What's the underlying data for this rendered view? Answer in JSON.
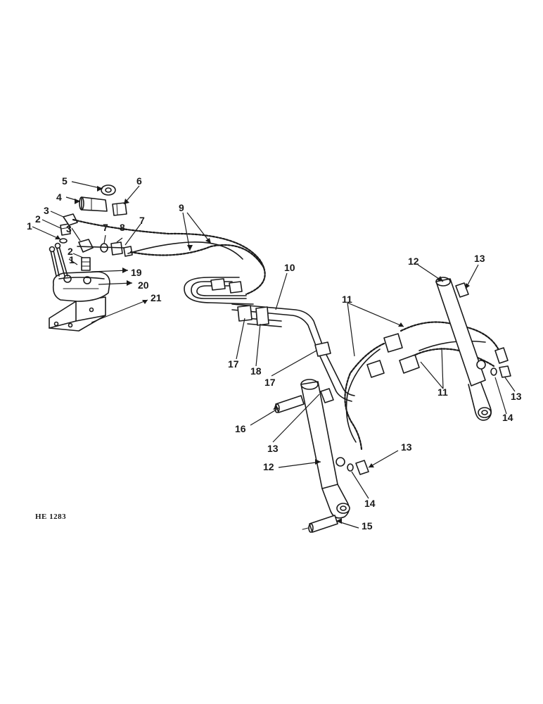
{
  "diagram": {
    "drawing_code": "HE 1283",
    "callouts": [
      {
        "id": "c1a",
        "label": "1"
      },
      {
        "id": "c1b",
        "label": "1"
      },
      {
        "id": "c2a",
        "label": "2"
      },
      {
        "id": "c2b",
        "label": "2"
      },
      {
        "id": "c3a",
        "label": "3"
      },
      {
        "id": "c3b",
        "label": "3"
      },
      {
        "id": "c4",
        "label": "4"
      },
      {
        "id": "c5",
        "label": "5"
      },
      {
        "id": "c6",
        "label": "6"
      },
      {
        "id": "c7a",
        "label": "7"
      },
      {
        "id": "c7b",
        "label": "7"
      },
      {
        "id": "c8",
        "label": "8"
      },
      {
        "id": "c9",
        "label": "9"
      },
      {
        "id": "c10",
        "label": "10"
      },
      {
        "id": "c11a",
        "label": "11"
      },
      {
        "id": "c11b",
        "label": "11"
      },
      {
        "id": "c12a",
        "label": "12"
      },
      {
        "id": "c12b",
        "label": "12"
      },
      {
        "id": "c13a",
        "label": "13"
      },
      {
        "id": "c13b",
        "label": "13"
      },
      {
        "id": "c13c",
        "label": "13"
      },
      {
        "id": "c13d",
        "label": "13"
      },
      {
        "id": "c14a",
        "label": "14"
      },
      {
        "id": "c14b",
        "label": "14"
      },
      {
        "id": "c15",
        "label": "15"
      },
      {
        "id": "c16",
        "label": "16"
      },
      {
        "id": "c17a",
        "label": "17"
      },
      {
        "id": "c17b",
        "label": "17"
      },
      {
        "id": "c18",
        "label": "18"
      },
      {
        "id": "c19",
        "label": "19"
      },
      {
        "id": "c20",
        "label": "20"
      },
      {
        "id": "c21",
        "label": "21"
      }
    ]
  }
}
